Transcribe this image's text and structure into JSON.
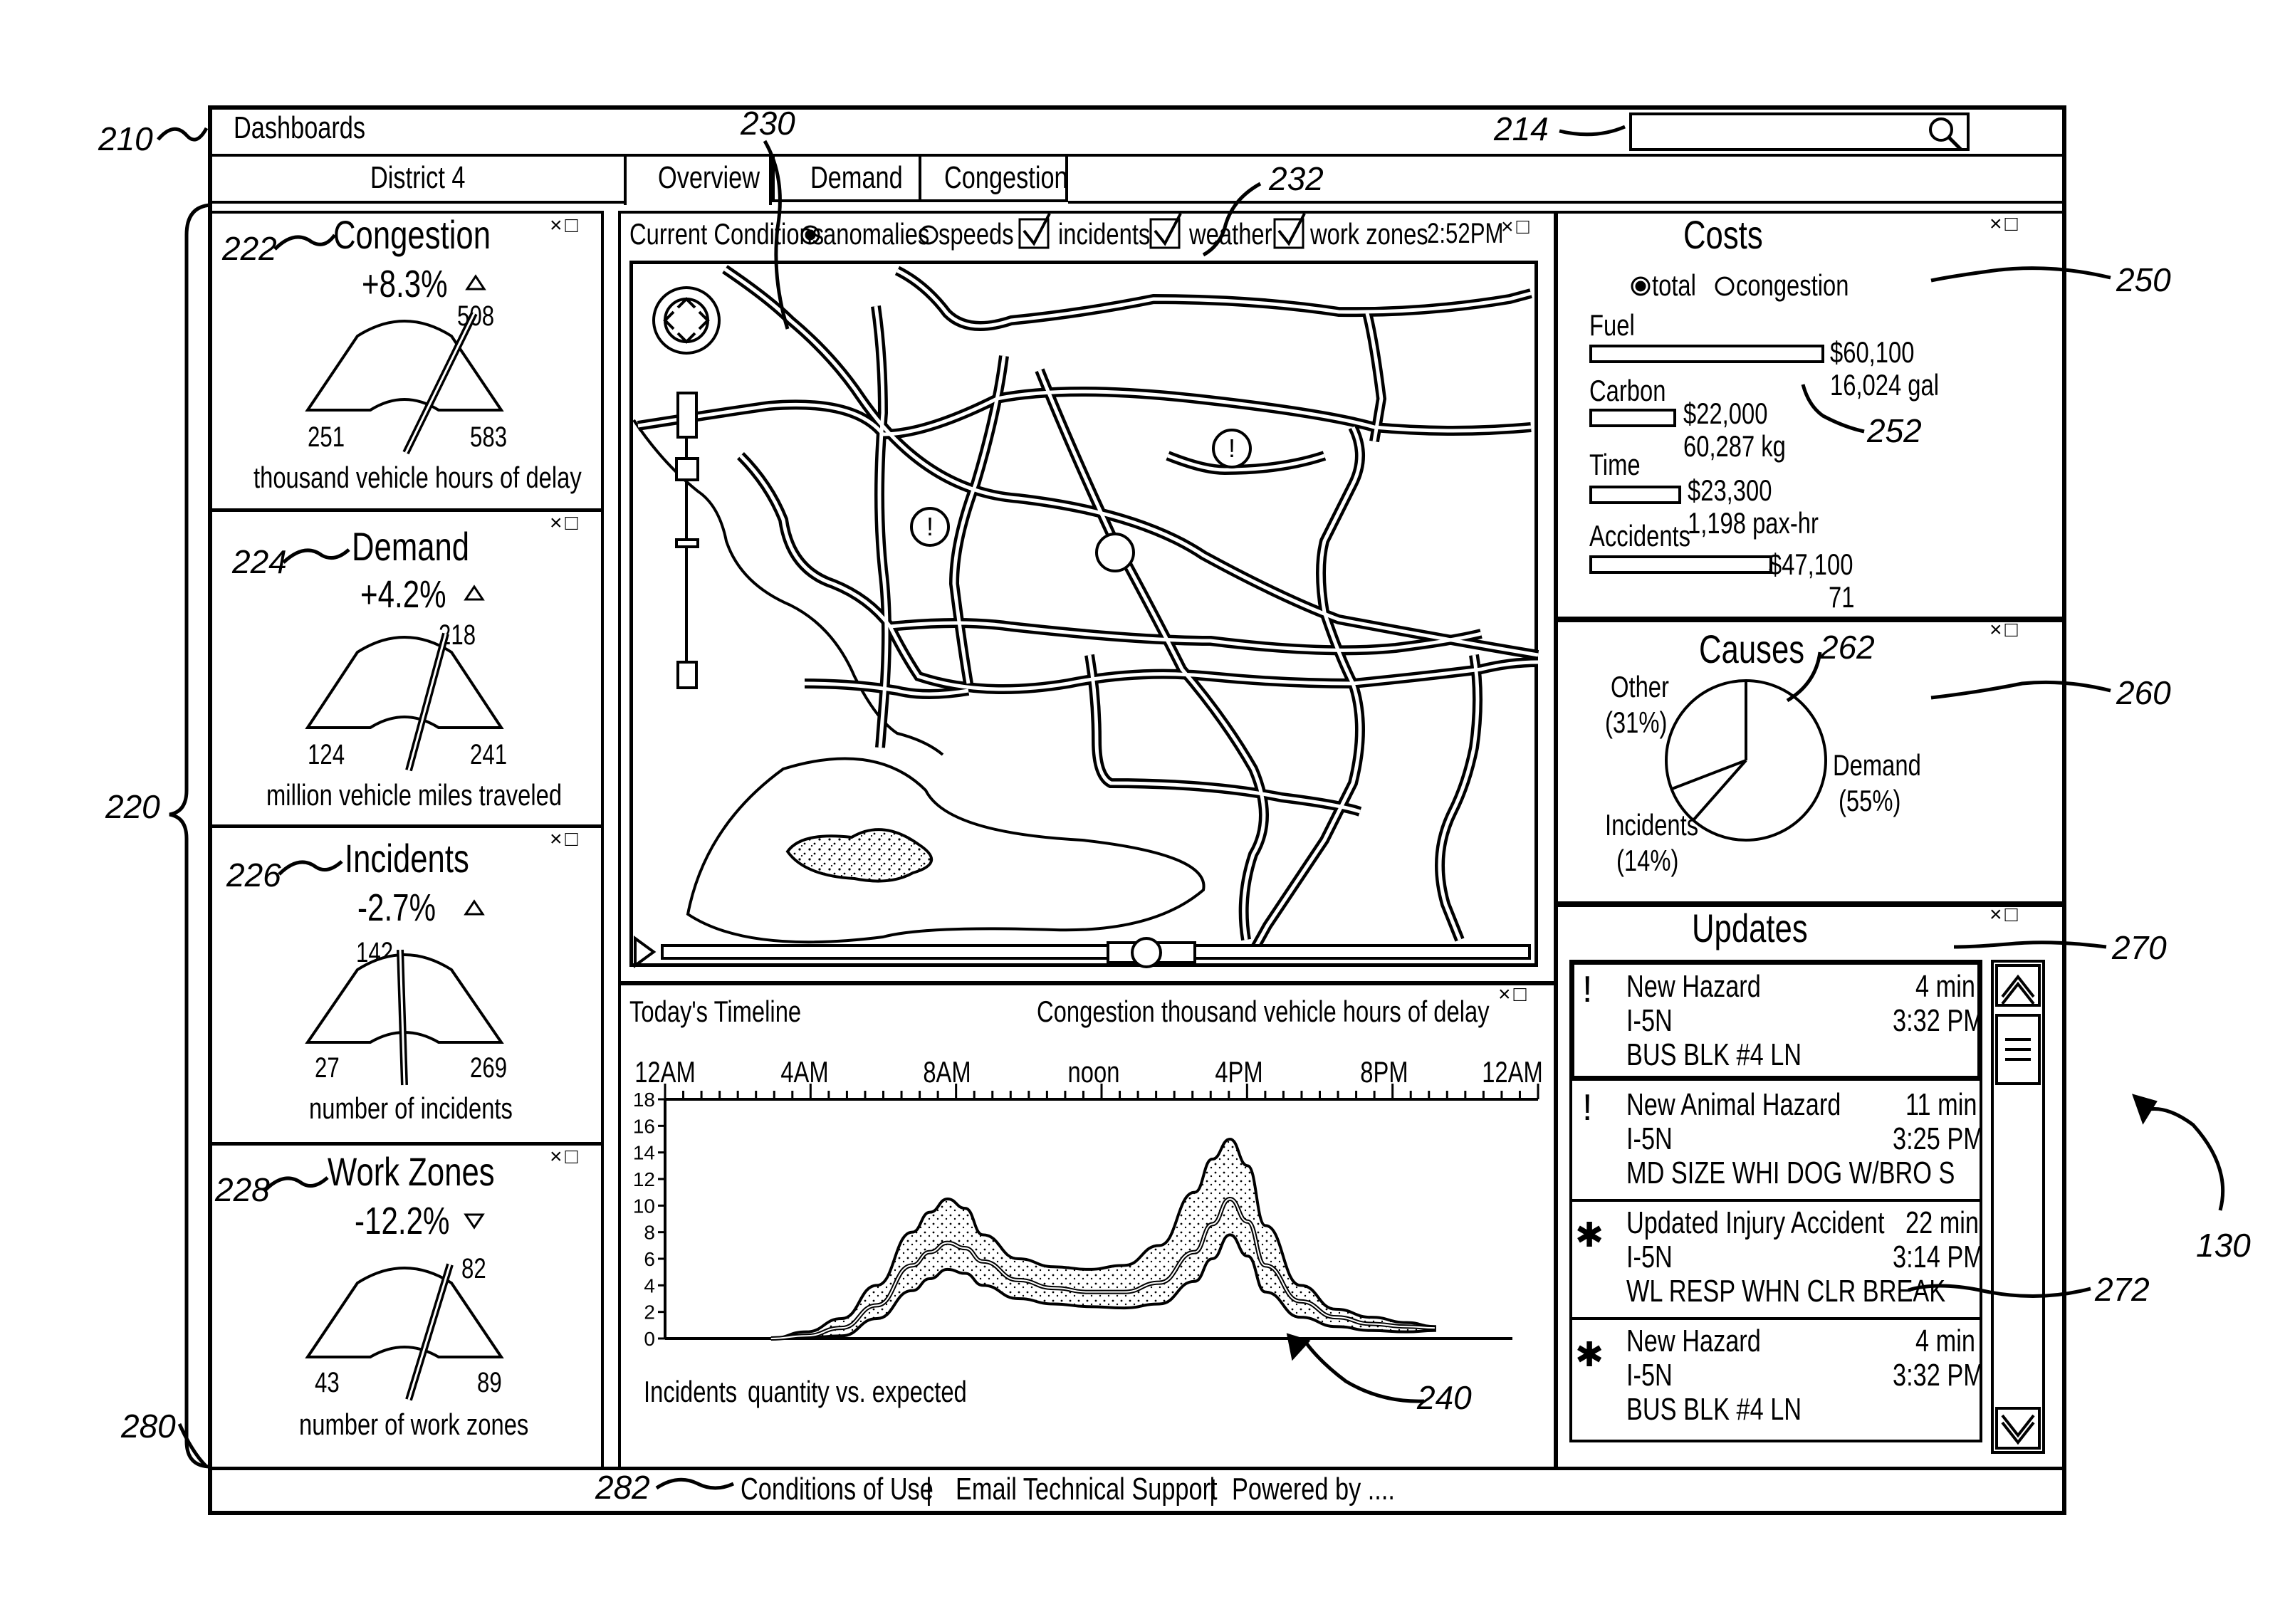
{
  "header": {
    "title": "Dashboards"
  },
  "tabs": [
    {
      "label": "District 4"
    },
    {
      "label": "Overview"
    },
    {
      "label": "Demand"
    },
    {
      "label": "Congestion"
    }
  ],
  "refs": {
    "r210": "210",
    "r214": "214",
    "r220": "220",
    "r222": "222",
    "r224": "224",
    "r226": "226",
    "r228": "228",
    "r230": "230",
    "r232": "232",
    "r240": "240",
    "r250": "250",
    "r252": "252",
    "r260": "260",
    "r262": "262",
    "r270": "270",
    "r272": "272",
    "r280": "280",
    "r282": "282",
    "r130": "130"
  },
  "panel_controls": "×□",
  "metrics": [
    {
      "title": "Congestion",
      "change": "+8.3%",
      "trend": "up",
      "needle": "508",
      "min": "251",
      "max": "583",
      "caption": "thousand vehicle hours of delay"
    },
    {
      "title": "Demand",
      "change": "+4.2%",
      "trend": "up",
      "needle": "218",
      "min": "124",
      "max": "241",
      "caption": "million vehicle miles traveled"
    },
    {
      "title": "Incidents",
      "change": "-2.7%",
      "trend": "up",
      "needle": "142",
      "min": "27",
      "max": "269",
      "caption": "number of incidents"
    },
    {
      "title": "Work Zones",
      "change": "-12.2%",
      "trend": "down",
      "needle": "82",
      "min": "43",
      "max": "89",
      "caption": "number of work zones"
    }
  ],
  "map": {
    "title": "Current Conditions",
    "options": [
      {
        "label": "anomalies",
        "type": "radio",
        "checked": true
      },
      {
        "label": "speeds",
        "type": "radio",
        "checked": false
      },
      {
        "label": "incidents",
        "type": "checkbox",
        "checked": true
      },
      {
        "label": "weather",
        "type": "checkbox",
        "checked": true
      },
      {
        "label": "work zones",
        "type": "checkbox",
        "checked": true
      }
    ],
    "time": "2:52PM"
  },
  "timeline": {
    "title": "Today's Timeline",
    "subtitle": "Congestion thousand vehicle hours of delay",
    "footer_a": "Incidents",
    "footer_b": "quantity vs. expected"
  },
  "chart_data": {
    "type": "area",
    "x_tick_labels": [
      "12AM",
      "4AM",
      "8AM",
      "noon",
      "4PM",
      "8PM",
      "12AM"
    ],
    "y_tick_labels": [
      "0",
      "2",
      "4",
      "6",
      "8",
      "10",
      "12",
      "14",
      "16",
      "18"
    ],
    "ylim": [
      0,
      18
    ],
    "xlim": [
      0,
      24
    ],
    "series": [
      {
        "x": [
          3,
          4,
          5,
          6,
          7,
          7.5,
          8,
          8.5,
          9,
          10,
          11,
          12,
          13,
          14,
          15,
          15.5,
          16,
          16.5,
          17,
          18,
          19,
          20,
          21,
          21.8
        ],
        "values": [
          0,
          0.2,
          0.8,
          2.5,
          5.5,
          6.5,
          7.2,
          6.8,
          5.8,
          4.4,
          3.8,
          3.5,
          3.5,
          4.2,
          6.5,
          8.6,
          10.5,
          8.8,
          5.5,
          2.8,
          1.6,
          1.1,
          0.9,
          0.8
        ]
      },
      {
        "x": [
          3,
          4,
          5,
          6,
          7,
          7.5,
          8,
          8.5,
          9,
          10,
          11,
          12,
          13,
          14,
          15,
          15.5,
          16,
          16.5,
          17,
          18,
          19,
          20,
          21,
          21.8
        ],
        "values": [
          0,
          0.5,
          1.5,
          4,
          8,
          9.5,
          10.5,
          9.8,
          7.8,
          6,
          5.4,
          5.2,
          5.5,
          7,
          11,
          13.5,
          15,
          13,
          8.5,
          4,
          2.2,
          1.6,
          1.2,
          0.9
        ]
      },
      {
        "x": [
          3,
          4,
          5,
          6,
          7,
          7.5,
          8,
          8.5,
          9,
          10,
          11,
          12,
          13,
          14,
          15,
          15.5,
          16,
          16.5,
          17,
          18,
          19,
          20,
          21,
          21.8
        ],
        "values": [
          0,
          0.05,
          0.2,
          1.5,
          3.6,
          4.5,
          5.2,
          4.9,
          4,
          3,
          2.6,
          2.4,
          2.3,
          2.6,
          4.3,
          6,
          7.8,
          6.2,
          3.5,
          1.6,
          0.9,
          0.6,
          0.5,
          0.6
        ]
      }
    ]
  },
  "costs": {
    "title": "Costs",
    "options": [
      {
        "label": "total",
        "checked": true
      },
      {
        "label": "congestion",
        "checked": false
      }
    ],
    "items": [
      {
        "label": "Fuel",
        "value": "$60,100",
        "detail": "16,024 gal",
        "fraction": 1.0
      },
      {
        "label": "Carbon",
        "value": "$22,000",
        "detail": "60,287 kg",
        "fraction": 0.37
      },
      {
        "label": "Time",
        "value": "$23,300",
        "detail": "1,198 pax-hr",
        "fraction": 0.39
      },
      {
        "label": "Accidents",
        "value": "$47,100",
        "detail": "71",
        "fraction": 0.78
      }
    ]
  },
  "causes": {
    "title": "Causes",
    "slices": [
      {
        "label": "Demand",
        "pct_label": "(55%)",
        "value": 55
      },
      {
        "label": "Incidents",
        "pct_label": "(14%)",
        "value": 14
      },
      {
        "label": "Other",
        "pct_label": "(31%)",
        "value": 31
      }
    ]
  },
  "updates": {
    "title": "Updates",
    "items": [
      {
        "icon": "!",
        "title": "New Hazard",
        "age": "4 min",
        "road": "I-5N",
        "time": "3:32 PM",
        "detail": "BUS BLK #4 LN",
        "selected": true
      },
      {
        "icon": "!",
        "title": "New Animal Hazard",
        "age": "11 min",
        "road": "I-5N",
        "time": "3:25 PM",
        "detail": "MD SIZE WHI DOG W/BRO S",
        "selected": false
      },
      {
        "icon": "✱",
        "title": "Updated Injury Accident",
        "age": "22 min",
        "road": "I-5N",
        "time": "3:14 PM",
        "detail": "WL RESP WHN CLR BREAK",
        "selected": false
      },
      {
        "icon": "✱",
        "title": "New Hazard",
        "age": "4 min",
        "road": "I-5N",
        "time": "3:32 PM",
        "detail": "BUS BLK #4 LN",
        "selected": false
      }
    ]
  },
  "footer": {
    "conditions": "Conditions of Use",
    "email": "Email Technical Support",
    "powered": "Powered by ....",
    "sep": "|"
  }
}
